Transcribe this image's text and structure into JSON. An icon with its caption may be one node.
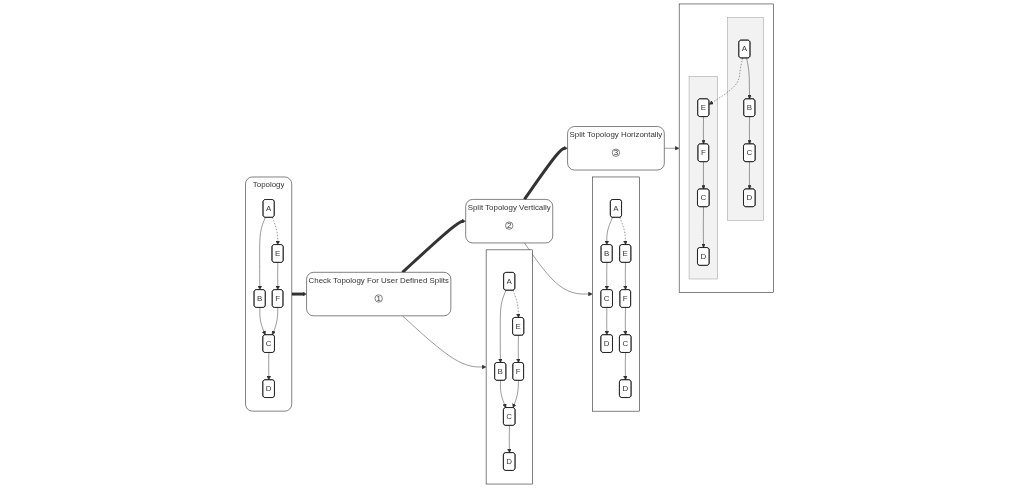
{
  "diagram": {
    "nodes": [
      {
        "text": [],
        "shape": "box"
      },
      {
        "text": [
          "A"
        ],
        "in": 0
      },
      {
        "text": [
          "E"
        ],
        "in": 0
      },
      {
        "text": [
          "B"
        ],
        "in": 0
      },
      {
        "text": [
          "F"
        ],
        "in": 0
      },
      {
        "text": [
          "C"
        ],
        "in": 0
      },
      {
        "text": [
          "D"
        ],
        "in": 0
      },
      {
        "text": [],
        "shape": "box"
      },
      {
        "text": [
          "A"
        ],
        "in": 7
      },
      {
        "text": [
          "E"
        ],
        "in": 7
      },
      {
        "text": [
          "B"
        ],
        "in": 7
      },
      {
        "text": [
          "F"
        ],
        "in": 7
      },
      {
        "text": [
          "C"
        ],
        "in": 7
      },
      {
        "text": [
          "C"
        ],
        "in": 7
      },
      {
        "text": [
          "D"
        ],
        "in": 7
      },
      {
        "text": [
          "D"
        ],
        "in": 7
      },
      {
        "text": [],
        "shape": "box"
      },
      {
        "text": [],
        "shape": "bar",
        "in": 16
      },
      {
        "text": [
          "A"
        ],
        "in": 17
      },
      {
        "text": [
          "B"
        ],
        "in": 17
      },
      {
        "text": [
          "C"
        ],
        "in": 17
      },
      {
        "text": [
          "D"
        ],
        "in": 17
      },
      {
        "text": [],
        "shape": "bar",
        "in": 16
      },
      {
        "text": [
          "E"
        ],
        "in": 22
      },
      {
        "text": [
          "F"
        ],
        "in": 22
      },
      {
        "text": [
          "C"
        ],
        "in": 22
      },
      {
        "text": [
          "D"
        ],
        "in": 22
      },
      {
        "text": [
          "Topology"
        ]
      },
      {
        "text": [
          "A"
        ],
        "in": 27
      },
      {
        "text": [
          "E"
        ],
        "in": 27
      },
      {
        "text": [
          "B"
        ],
        "in": 27
      },
      {
        "text": [
          "F"
        ],
        "in": 27
      },
      {
        "text": [
          "C"
        ],
        "in": 27
      },
      {
        "text": [
          "D"
        ],
        "in": 27
      },
      {
        "text": [
          "Check Topology For User Defined Splits"
        ]
      },
      {
        "text": [
          "1"
        ],
        "in": 34
      },
      {
        "text": [
          "Split Topology Vertically"
        ]
      },
      {
        "text": [
          "2"
        ],
        "in": 36
      },
      {
        "text": [
          "Split Topology Horizontally"
        ]
      },
      {
        "text": [
          "3"
        ],
        "in": 38
      }
    ],
    "edges": [
      {
        "from": 1,
        "to": 2,
        "arrow": "to",
        "style": "dashed"
      },
      {
        "from": 1,
        "to": 3,
        "arrow": "to"
      },
      {
        "from": 2,
        "to": 4,
        "arrow": "to"
      },
      {
        "from": 3,
        "to": 5,
        "arrow": "to"
      },
      {
        "from": 4,
        "to": 5,
        "arrow": "to"
      },
      {
        "from": 5,
        "to": 6,
        "arrow": "to"
      },
      {
        "from": 8,
        "to": 9,
        "arrow": "to",
        "style": "dashed"
      },
      {
        "from": 8,
        "to": 10,
        "arrow": "to"
      },
      {
        "from": 10,
        "to": 12,
        "arrow": "to"
      },
      {
        "from": 12,
        "to": 14,
        "arrow": "to"
      },
      {
        "from": 9,
        "to": 11,
        "arrow": "to"
      },
      {
        "from": 11,
        "to": 13,
        "arrow": "to"
      },
      {
        "from": 13,
        "to": 15,
        "arrow": "to"
      },
      {
        "from": 18,
        "to": 23,
        "arrow": "to",
        "style": "dashed"
      },
      {
        "from": 18,
        "to": 19,
        "arrow": "to"
      },
      {
        "from": 19,
        "to": 20,
        "arrow": "to"
      },
      {
        "from": 20,
        "to": 21,
        "arrow": "to"
      },
      {
        "from": 23,
        "to": 24,
        "arrow": "to"
      },
      {
        "from": 24,
        "to": 25,
        "arrow": "to"
      },
      {
        "from": 25,
        "to": 26,
        "arrow": "to"
      },
      {
        "from": 28,
        "to": 29,
        "arrow": "to",
        "style": "dashed"
      },
      {
        "from": 28,
        "to": 30,
        "arrow": "to"
      },
      {
        "from": 29,
        "to": 31,
        "arrow": "to"
      },
      {
        "from": 30,
        "to": 32,
        "arrow": "to"
      },
      {
        "from": 31,
        "to": 32,
        "arrow": "to"
      },
      {
        "from": 32,
        "to": 33,
        "arrow": "to"
      },
      {
        "from": 27,
        "to": 34,
        "arrow": "to",
        "style": "thick"
      },
      {
        "from": 34,
        "to": 36,
        "arrow": "to",
        "style": "thick"
      },
      {
        "from": 36,
        "to": 38,
        "arrow": "to",
        "style": "thick"
      },
      {
        "from": 34,
        "to": 0,
        "arrow": "to"
      },
      {
        "from": 36,
        "to": 7,
        "arrow": "to"
      },
      {
        "from": 38,
        "to": 16,
        "arrow": "to"
      }
    ]
  }
}
